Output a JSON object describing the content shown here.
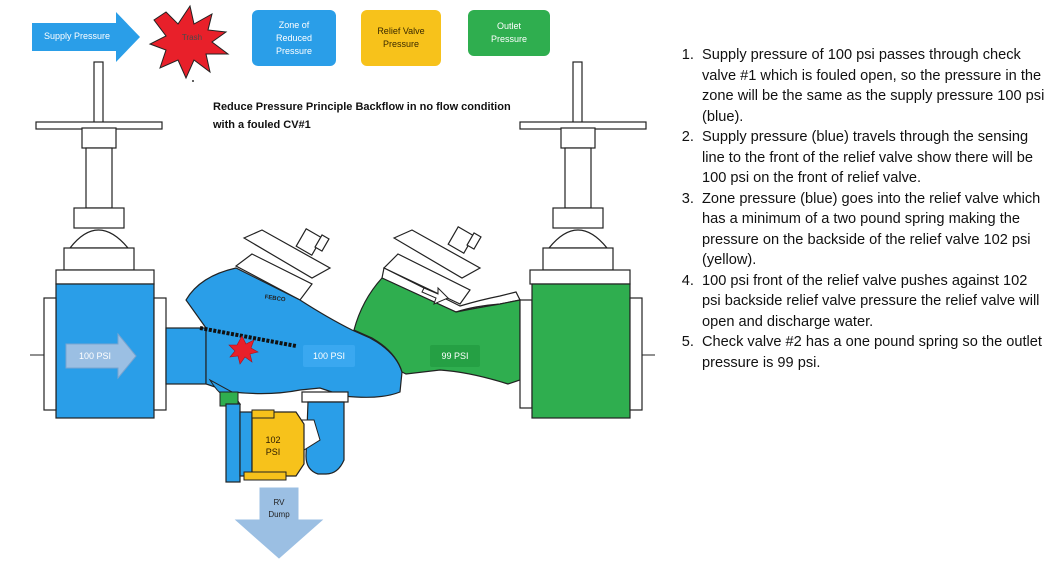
{
  "legend": {
    "supply_pressure": "Supply Pressure",
    "trash": "Trash",
    "zone": "Zone of\nReduced\nPressure",
    "relief_valve": "Relief Valve\nPressure",
    "outlet": "Outlet\nPressure"
  },
  "title": "Reduce Pressure Principle Backflow in no flow condition with a fouled CV#1",
  "labels": {
    "inlet": "100 PSI",
    "zone": "100 PSI",
    "outlet": "99 PSI",
    "relief": "102\nPSI",
    "dump": "RV\nDump",
    "brand": "FEBCO"
  },
  "steps": [
    "Supply pressure of 100 psi passes through check valve #1 which is fouled open, so the pressure in the zone will be the same as the supply pressure 100 psi (blue).",
    "Supply pressure (blue) travels through the sensing line to the front of the relief valve show there will be 100 psi on the front of relief valve.",
    "Zone pressure (blue) goes into the relief valve which has a minimum of a two pound spring making the pressure on the backside of the relief valve 102 psi (yellow).",
    "100 psi front of the relief valve pushes against 102 psi backside relief valve pressure the relief valve will open and discharge water.",
    "Check valve #2 has a one pound spring so the outlet pressure is 99 psi."
  ],
  "colors": {
    "blue": "#2a9ee8",
    "yellow": "#f7c21b",
    "green": "#2fae4f",
    "red": "#e8202a",
    "arrow_light": "#9bbfe3"
  }
}
